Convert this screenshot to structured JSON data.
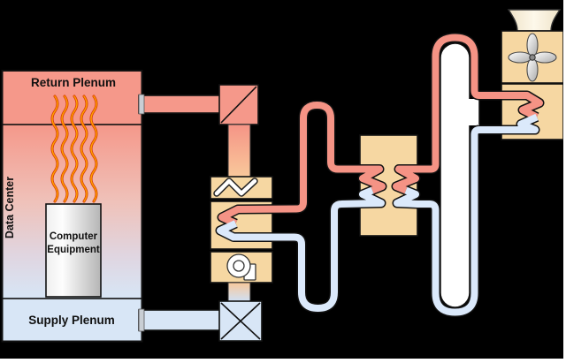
{
  "scene": {
    "labels": {
      "return_plenum": "Return Plenum",
      "supply_plenum": "Supply Plenum",
      "data_center": "Data Center",
      "computer_equipment_line1": "Computer",
      "computer_equipment_line2": "Equipment"
    },
    "colors": {
      "background": "#000000",
      "hot_pipe": "#F59385",
      "cold_pipe": "#DBE9FB",
      "return_plenum_fill": "#F5988A",
      "supply_plenum_fill": "#D8E6F6",
      "equipment_tan": "#F6D7A2",
      "stack_cream": "#FBF2DE",
      "pipe_core_white": "#FFFFFF",
      "heat_wave_outer": "#D93A00",
      "heat_wave_inner": "#FFA300",
      "outline": "#111111",
      "duct_cap_gray": "#C9CED4"
    },
    "icons": {
      "return_damper": "diagonal-square",
      "supply_damper": "x-square",
      "air_filter": "zigzag-pleats",
      "blower": "centrifugal-fan-scroll",
      "tower_fan": "four-blade-propeller",
      "heat": "wavy-heat-lines",
      "coil": "chevron-coil"
    }
  }
}
